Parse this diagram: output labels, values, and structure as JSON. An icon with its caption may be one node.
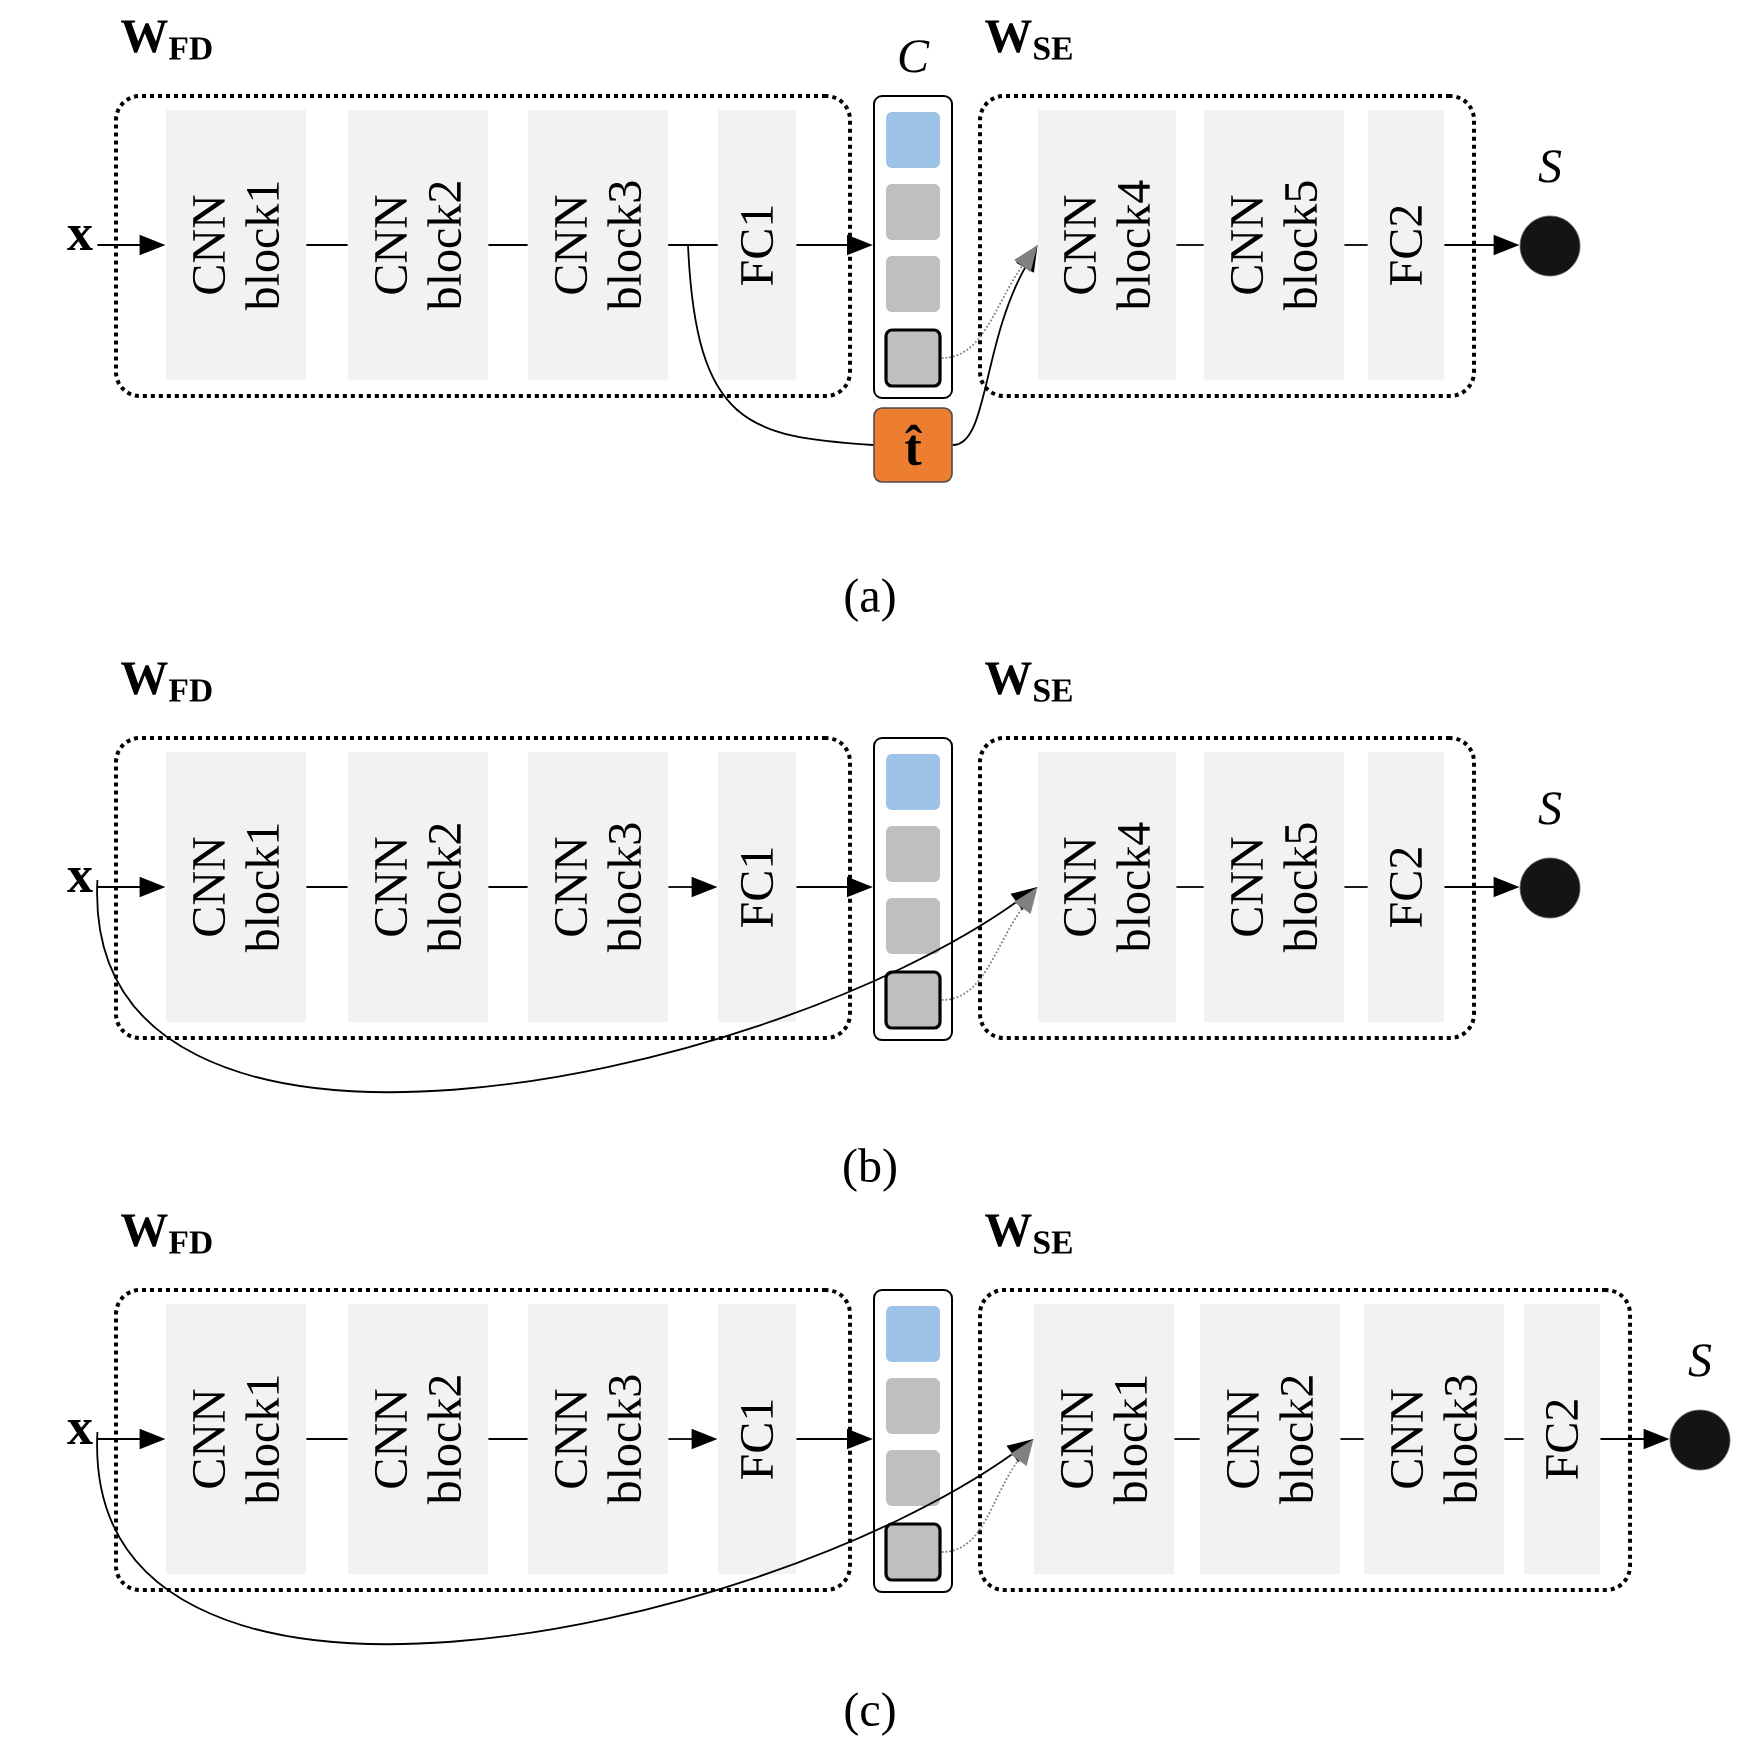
{
  "diagram": {
    "nodes": [
      {
        "text": [
          "x"
        ]
      },
      {
        "text": [
          "W$_{FD}$"
        ]
      },
      {
        "text": [
          "CNN block1"
        ],
        "in": 1
      },
      {
        "text": [
          "CNN block2"
        ],
        "in": 1
      },
      {
        "text": [
          "CNN block3"
        ],
        "in": 1
      },
      {
        "text": [
          "FC1"
        ],
        "in": 1
      },
      {
        "text": [
          "C"
        ]
      },
      {
        "text": [],
        "shape": "box",
        "in": 6
      },
      {
        "text": [],
        "shape": "box",
        "in": 6
      },
      {
        "text": [],
        "shape": "box",
        "in": 6
      },
      {
        "text": [],
        "shape": "box",
        "in": 6
      },
      {
        "text": [
          "t̂"
        ]
      },
      {
        "text": [
          "W$_{SE}$"
        ]
      },
      {
        "text": [
          "CNN block4"
        ],
        "in": 12
      },
      {
        "text": [
          "CNN block5"
        ],
        "in": 12
      },
      {
        "text": [
          "FC2"
        ],
        "in": 12
      },
      {
        "text": [],
        "shape": "circle",
        "beside": [
          "S"
        ]
      },
      {
        "text": [
          "x"
        ]
      },
      {
        "text": [
          "W$_{FD}$"
        ]
      },
      {
        "text": [
          "CNN block1"
        ],
        "in": 18
      },
      {
        "text": [
          "CNN block2"
        ],
        "in": 18
      },
      {
        "text": [
          "CNN block3"
        ],
        "in": 18
      },
      {
        "text": [
          "FC1"
        ],
        "in": 18
      },
      {
        "text": [],
        "shape": "box"
      },
      {
        "text": [],
        "shape": "box",
        "in": 23
      },
      {
        "text": [],
        "shape": "box",
        "in": 23
      },
      {
        "text": [],
        "shape": "box",
        "in": 23
      },
      {
        "text": [],
        "shape": "box",
        "in": 23
      },
      {
        "text": [
          "W$_{SE}$"
        ]
      },
      {
        "text": [
          "CNN block4"
        ],
        "in": 28
      },
      {
        "text": [
          "CNN block5"
        ],
        "in": 28
      },
      {
        "text": [
          "FC2"
        ],
        "in": 28
      },
      {
        "text": [],
        "shape": "circle",
        "beside": [
          "S"
        ]
      },
      {
        "text": [
          "x"
        ]
      },
      {
        "text": [
          "W$_{FD}$"
        ]
      },
      {
        "text": [
          "CNN block1"
        ],
        "in": 34
      },
      {
        "text": [
          "CNN block2"
        ],
        "in": 34
      },
      {
        "text": [
          "CNN block3"
        ],
        "in": 34
      },
      {
        "text": [
          "FC1"
        ],
        "in": 34
      },
      {
        "text": [],
        "shape": "box"
      },
      {
        "text": [],
        "shape": "box",
        "in": 39
      },
      {
        "text": [],
        "shape": "box",
        "in": 39
      },
      {
        "text": [],
        "shape": "box",
        "in": 39
      },
      {
        "text": [],
        "shape": "box",
        "in": 39
      },
      {
        "text": [
          "W$_{SE}$"
        ]
      },
      {
        "text": [
          "CNN block1"
        ],
        "in": 44
      },
      {
        "text": [
          "CNN block2"
        ],
        "in": 44
      },
      {
        "text": [
          "CNN block3"
        ],
        "in": 44
      },
      {
        "text": [
          "FC2"
        ],
        "in": 44
      },
      {
        "text": [],
        "shape": "circle",
        "beside": [
          "S"
        ]
      }
    ],
    "edges": [
      {
        "from": 0,
        "to": 2,
        "arrow": "to"
      },
      {
        "from": 2,
        "to": 3,
        "arrow": "none"
      },
      {
        "from": 3,
        "to": 4,
        "arrow": "none"
      },
      {
        "from": 4,
        "to": 5,
        "arrow": "none"
      },
      {
        "from": 5,
        "to": 6,
        "arrow": "to"
      },
      {
        "from": 4,
        "to": 11,
        "arrow": "none"
      },
      {
        "from": 11,
        "to": 13,
        "arrow": "to"
      },
      {
        "from": 10,
        "to": 13,
        "arrow": "to",
        "style": "dashed",
        "color": "#808080"
      },
      {
        "from": 13,
        "to": 14,
        "arrow": "none"
      },
      {
        "from": 14,
        "to": 15,
        "arrow": "none"
      },
      {
        "from": 15,
        "to": 16,
        "arrow": "to"
      },
      {
        "from": 17,
        "to": 19,
        "arrow": "to"
      },
      {
        "from": 19,
        "to": 20,
        "arrow": "none"
      },
      {
        "from": 20,
        "to": 21,
        "arrow": "none"
      },
      {
        "from": 21,
        "to": 22,
        "arrow": "to"
      },
      {
        "from": 22,
        "to": 23,
        "arrow": "to"
      },
      {
        "from": 17,
        "to": 29,
        "arrow": "to"
      },
      {
        "from": 27,
        "to": 29,
        "arrow": "to",
        "style": "dashed",
        "color": "#808080"
      },
      {
        "from": 29,
        "to": 30,
        "arrow": "none"
      },
      {
        "from": 30,
        "to": 31,
        "arrow": "none"
      },
      {
        "from": 31,
        "to": 32,
        "arrow": "to"
      },
      {
        "from": 33,
        "to": 35,
        "arrow": "to"
      },
      {
        "from": 35,
        "to": 36,
        "arrow": "none"
      },
      {
        "from": 36,
        "to": 37,
        "arrow": "none"
      },
      {
        "from": 37,
        "to": 38,
        "arrow": "to"
      },
      {
        "from": 38,
        "to": 39,
        "arrow": "to"
      },
      {
        "from": 33,
        "to": 45,
        "arrow": "to"
      },
      {
        "from": 43,
        "to": 45,
        "arrow": "to",
        "style": "dashed",
        "color": "#808080"
      },
      {
        "from": 45,
        "to": 46,
        "arrow": "none"
      },
      {
        "from": 46,
        "to": 47,
        "arrow": "none"
      },
      {
        "from": 47,
        "to": 48,
        "arrow": "none"
      },
      {
        "from": 48,
        "to": 49,
        "arrow": "to"
      }
    ],
    "labels": [
      "(a)",
      "(b)",
      "(c)"
    ]
  }
}
